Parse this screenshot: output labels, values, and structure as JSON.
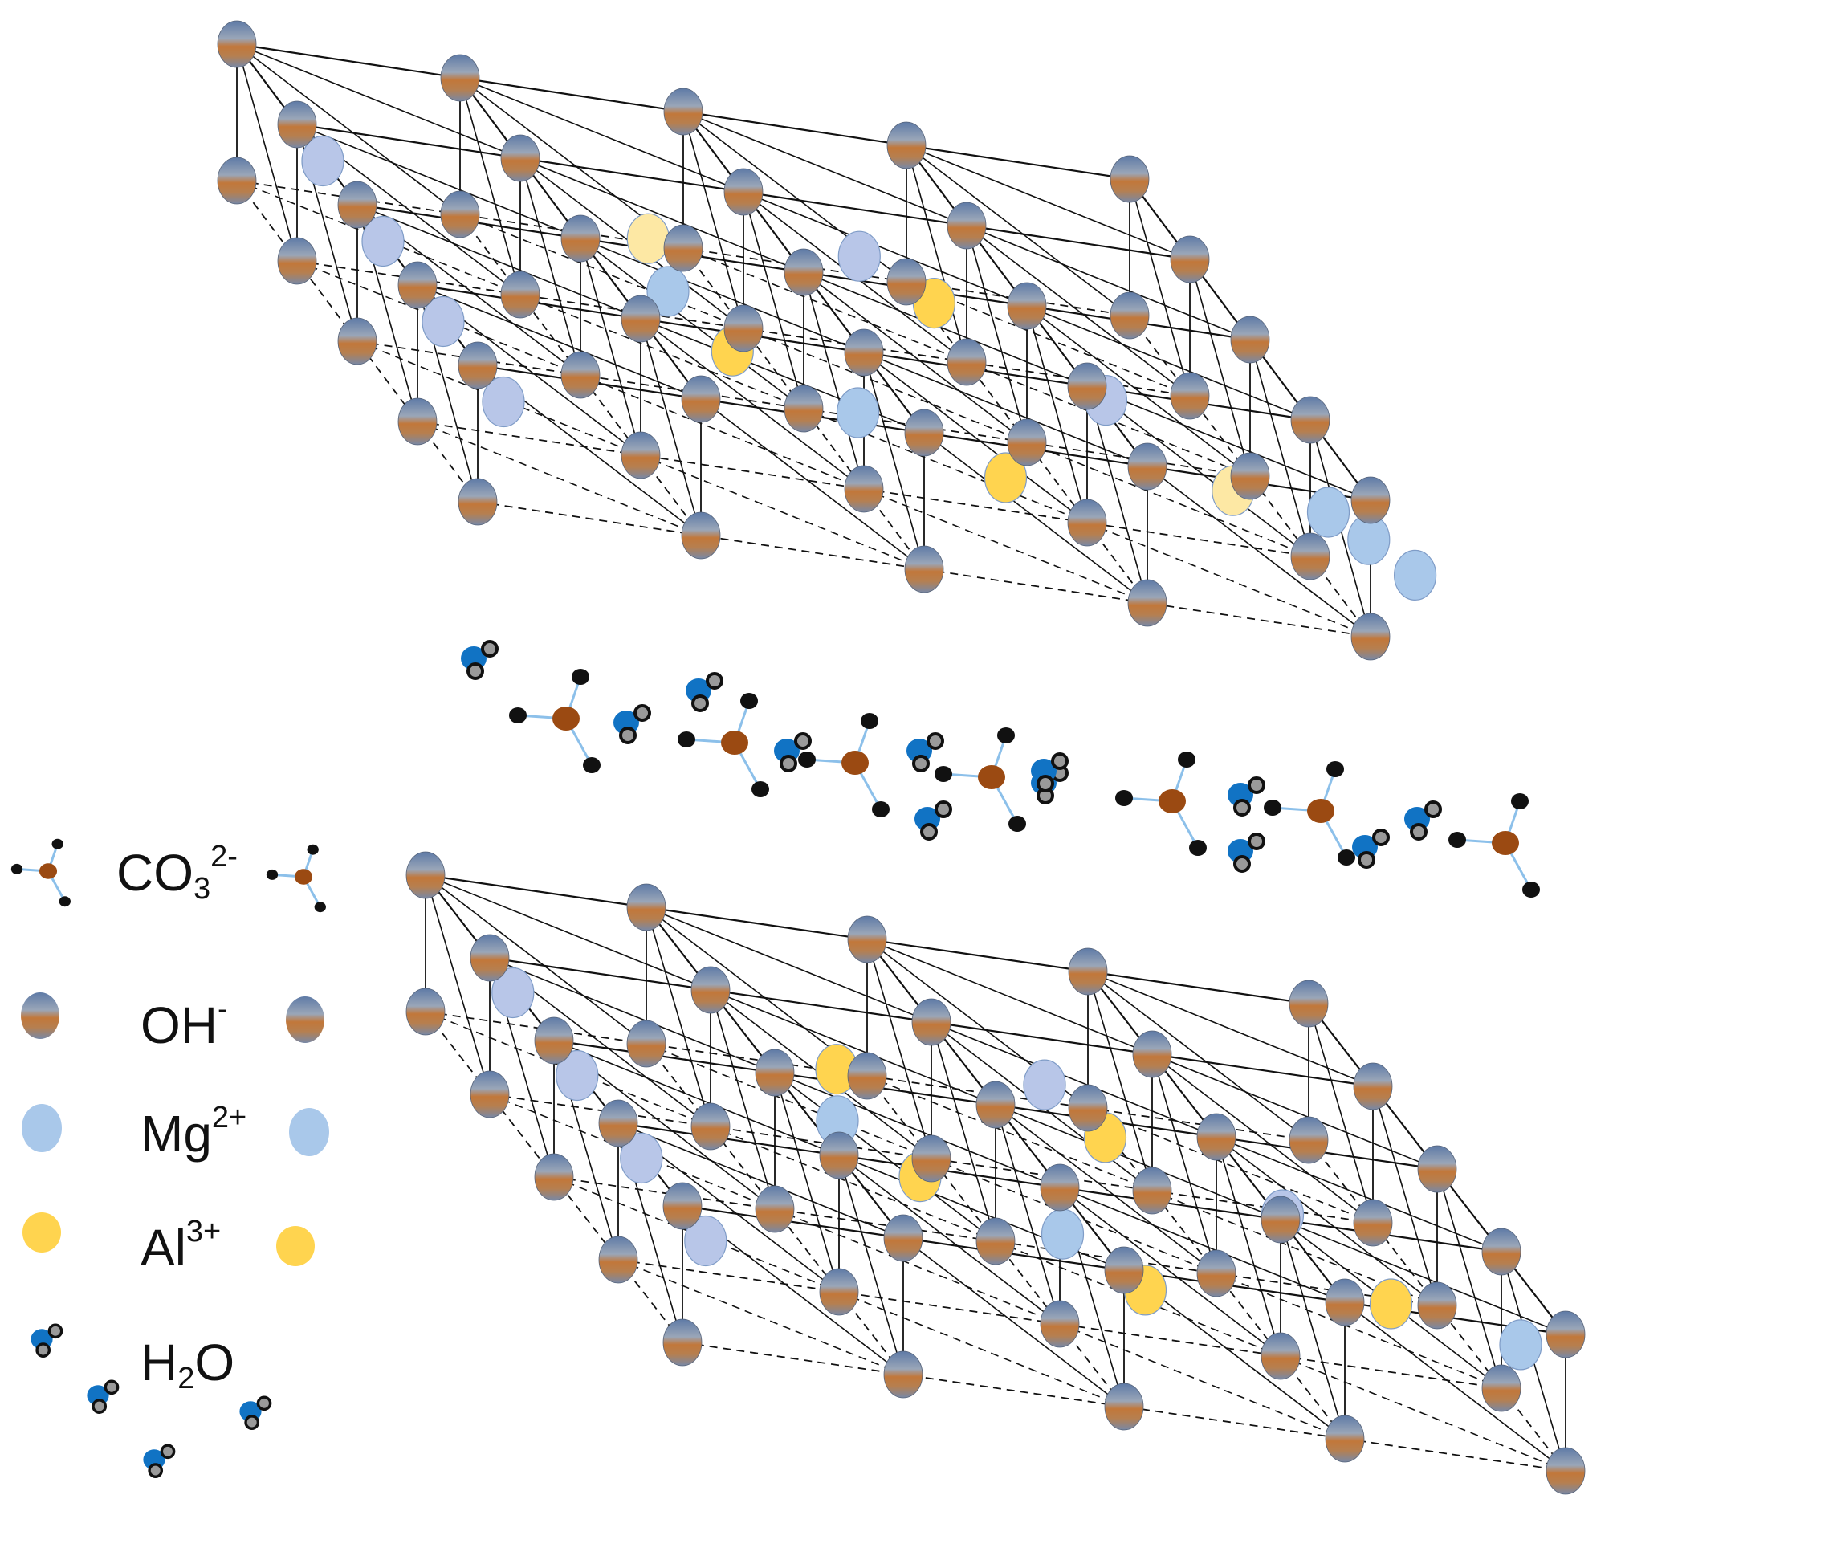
{
  "colors": {
    "oh_blue": "#5e7aa6",
    "oh_brown": "#c2773a",
    "mg_fill": "#a9c8ea",
    "mg_fill_alt": "#b8c6e8",
    "al_fill": "#ffd44f",
    "al_fill_alt": "#fde8a4",
    "carbonate_c": "#9b4a12",
    "carbonate_o": "#111111",
    "water_o": "#1173c4",
    "water_h": "#9a9a9a",
    "bond": "#8cc0ea",
    "lattice": "#111111"
  },
  "legend": {
    "carbonate": {
      "base": "CO",
      "sub": "3",
      "sup": "2-",
      "icon": "carbonate-ion-icon"
    },
    "hydroxide": {
      "base": "OH",
      "sup": "-",
      "icon": "hydroxide-sphere-icon"
    },
    "magnesium": {
      "base": "Mg",
      "sup": "2+",
      "icon": "magnesium-ion-icon"
    },
    "aluminium": {
      "base": "Al",
      "sup": "3+",
      "icon": "aluminium-ion-icon"
    },
    "water": {
      "base": "H",
      "sub": "2",
      "tail": "O",
      "icon": "water-molecule-icon"
    }
  }
}
